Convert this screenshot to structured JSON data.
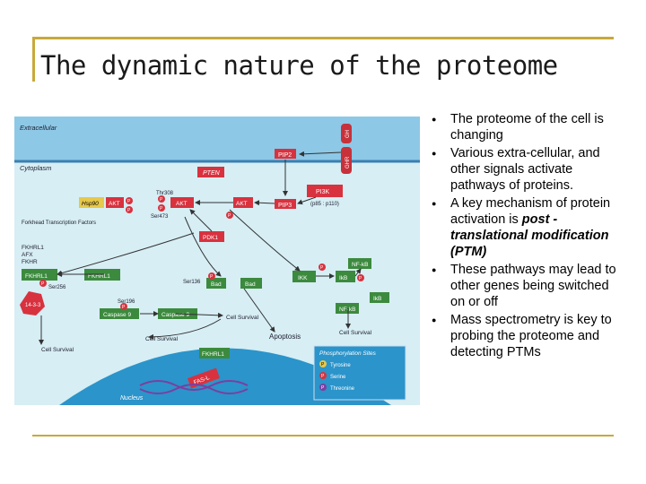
{
  "slide": {
    "title": "The dynamic nature of the proteome",
    "bullets": [
      {
        "text": "The proteome of the cell is changing"
      },
      {
        "text": "Various extra-cellular, and other signals activate pathways of proteins."
      },
      {
        "text_before": "A key mechanism of protein activation is ",
        "text_emph": "post -translational modification (PTM)"
      },
      {
        "text": "These pathways may lead to other genes being switched on or off"
      },
      {
        "text": "Mass spectrometry is key to probing the proteome and detecting PTMs"
      }
    ]
  },
  "diagram": {
    "extracellular": "Extracellular",
    "cytoplasm": "Cytoplasm",
    "nucleus": "Nucleus",
    "gh": "GH",
    "ghr": "GHR",
    "pip2": "PIP2",
    "pip3": "PIP3",
    "pi3k": "PI3K",
    "p85": "(p85 : p110)",
    "pten": "PTEN",
    "hsp90": "Hsp90",
    "akt": "AKT",
    "thr308": "Thr308",
    "ser473": "Ser473",
    "pdk1": "PDK1",
    "forkhead": "Forkhead Transcription Factors",
    "fkhrl1_ax": "FKHRL1",
    "afx": "AFX",
    "fkhr": "FKHR",
    "fkhrl1": "FKHRL1",
    "ser256": "Ser256",
    "p1433": "14-3-3",
    "ser136": "Ser136",
    "bad": "Bad",
    "ikk": "IKK",
    "nfkb": "NF-kB",
    "ikb": "IkB",
    "ser196": "Ser196",
    "caspase9": "Caspase 9",
    "cell_survival": "Cell Survival",
    "apoptosis": "Apoptosis",
    "fasl": "FAS-L",
    "phospho_title": "Phosphorylation Sites",
    "p": "P",
    "legend_tyr": "Tyrosine",
    "legend_ser": "Serine",
    "legend_thr": "Threonine",
    "colors": {
      "accent": "#c8a93a",
      "cyto": "#d4ecf2",
      "extra": "#8ec9e8",
      "nucleus": "#2a93c9",
      "red_node": "#d8323f",
      "green_node": "#3c8a3e",
      "yellow_node": "#e6c84a"
    }
  }
}
